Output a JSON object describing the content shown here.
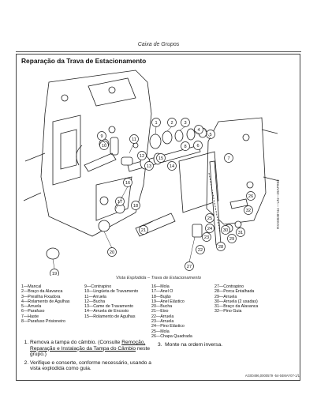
{
  "header": {
    "section": "Caixa de Grupos"
  },
  "title": "Reparação da Trava de Estacionamento",
  "side_code": "RXA0038744 —UN—29APR02",
  "caption": "Vista Explodida – Trava de Estacionamento",
  "legend": {
    "col1": [
      "1—Mancal",
      "2—Braço da Alavanca",
      "3—Presilha Fixadora",
      "4—Rolamento de Agulhas",
      "5—Arruela",
      "6—Parafuso",
      "7—Haste",
      "8—Parafuso Prisioneiro"
    ],
    "col2": [
      "9—Contrapino",
      "10—Lingüeta de Travamento",
      "11—Arruela",
      "12—Bucha",
      "13—Came de Travamento",
      "14—Arruela de Encosto",
      "15—Rolamento de Agulhas"
    ],
    "col3": [
      "16—Mola",
      "17—Anel O",
      "18—Bujão",
      "19—Anel Elástico",
      "20—Bucha",
      "21—Eixo",
      "22—Arruela",
      "23—Arruela",
      "24—Pino Elástico",
      "25—Mola",
      "26—Chapa Quadrada"
    ],
    "col4": [
      "27—Contrapino",
      "28—Porca Entalhada",
      "29—Arruela",
      "30—Arruela (2 usadas)",
      "31—Braço da Alavanca",
      "32—Pino Guia"
    ]
  },
  "steps": {
    "s1_pre": "Remova a tampa do câmbio. (Consulte ",
    "s1_link": "Remoção, Reparação e Instalação da Tampa do Câmbio",
    "s1_post": " neste grupo.)",
    "s2": "Verifique e conserte, conforme necessário, usando a vista explodida como guia.",
    "s3_num": "3.",
    "s3": "Monte na ordem inversa."
  },
  "footer_code": "AG00496,0000579 -54-04MAY07-1/1",
  "callouts": [
    "1",
    "2",
    "3",
    "4",
    "5",
    "6",
    "7",
    "8",
    "9",
    "10",
    "11",
    "12",
    "13",
    "14",
    "15",
    "16",
    "17",
    "18",
    "19",
    "20",
    "21",
    "22",
    "23",
    "24",
    "25",
    "26",
    "27",
    "28",
    "29",
    "30",
    "31",
    "32"
  ]
}
